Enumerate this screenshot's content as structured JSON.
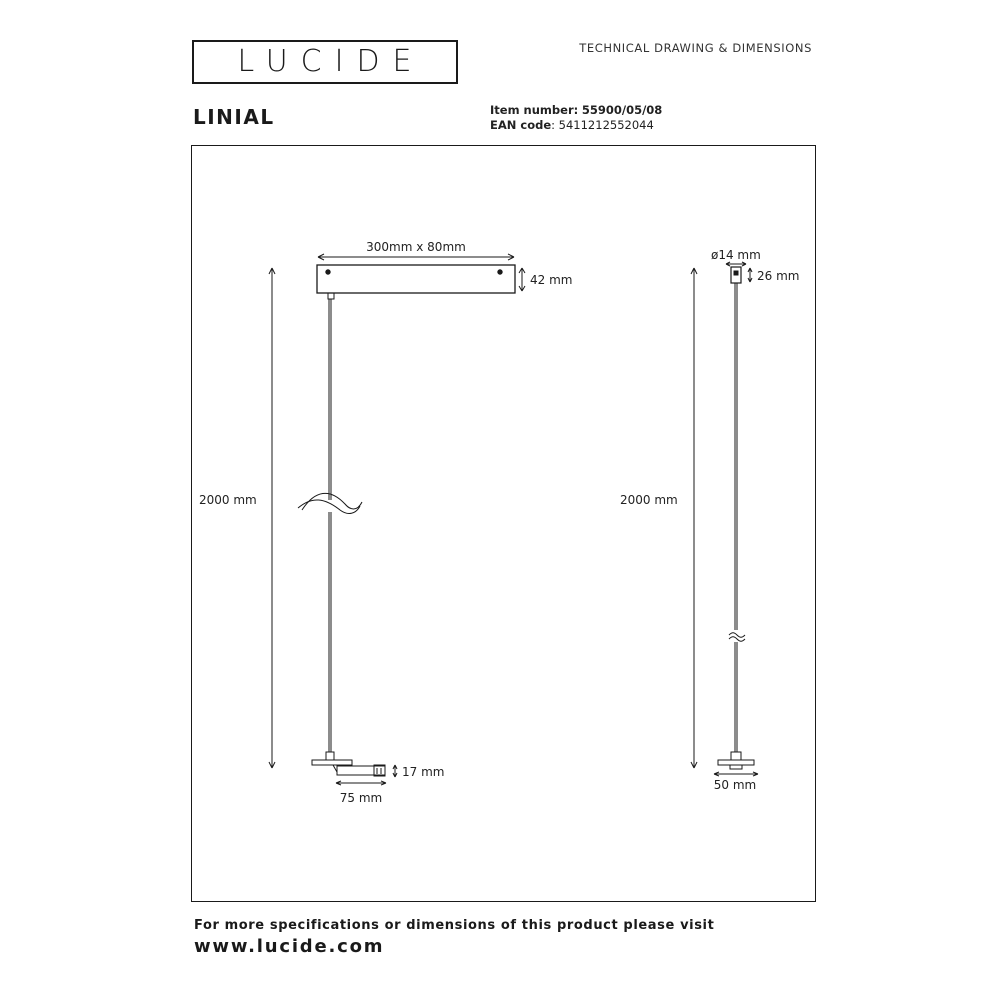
{
  "header": {
    "logo_text": "LUCIDE",
    "doc_type": "TECHNICAL DRAWING & DIMENSIONS"
  },
  "product": {
    "name": "LINIAL",
    "item_label": "Item number:",
    "item_value": "55900/05/08",
    "ean_label": "EAN code",
    "ean_value": ": 5411212552044"
  },
  "drawing": {
    "front": {
      "canopy_size": "300mm x 80mm",
      "canopy_height": "42 mm",
      "total_length": "2000 mm",
      "bottom_height": "17 mm",
      "bottom_width": "75 mm"
    },
    "side": {
      "diameter": "ø14 mm",
      "top_height": "26 mm",
      "total_length": "2000 mm",
      "bottom_width": "50 mm"
    }
  },
  "footer": {
    "text": "For more specifications or dimensions of this product please visit",
    "url": "www.lucide.com"
  }
}
